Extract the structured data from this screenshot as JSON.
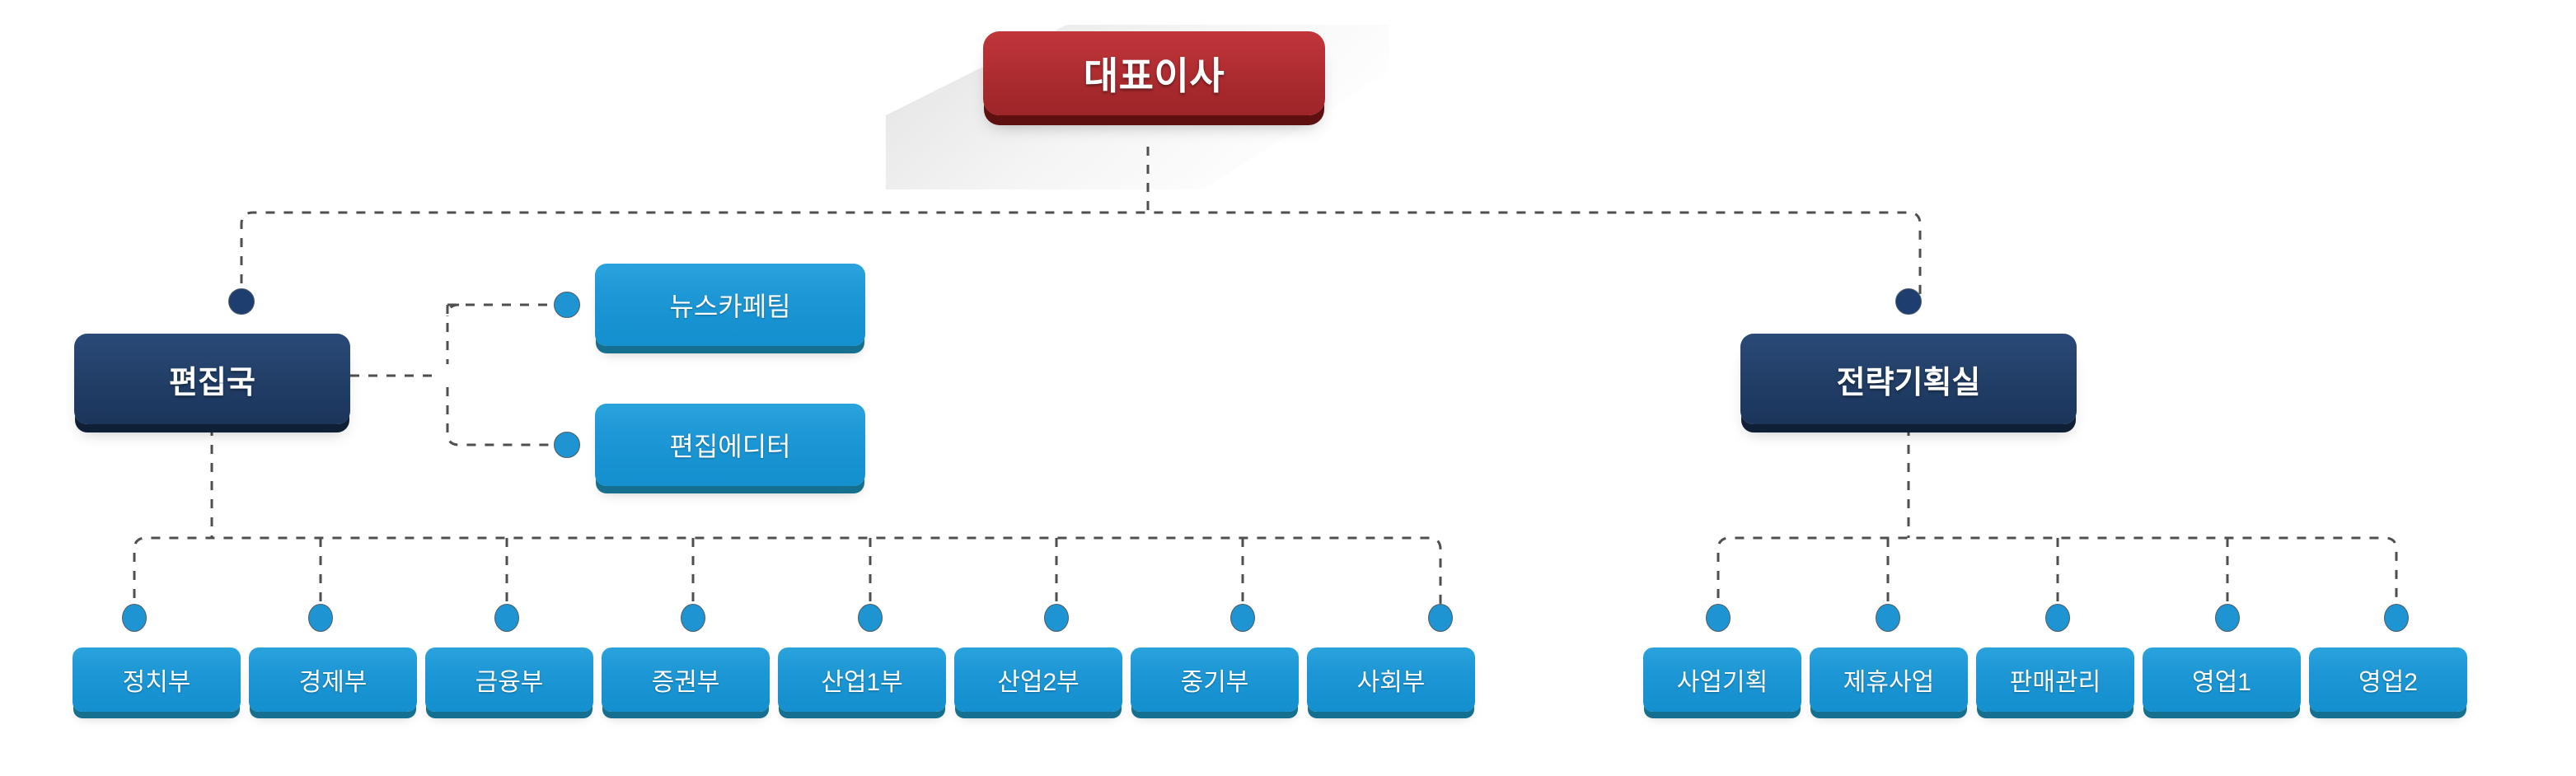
{
  "diagram": {
    "title_text": "대표이사",
    "type": "organization-chart",
    "colors": {
      "ceo_red": "#b32f33",
      "division_navy": "#234069",
      "department_blue": "#1d97d5",
      "connector_gray": "#4f4f4f",
      "background": "#ffffff"
    },
    "root": {
      "label": "대표이사"
    },
    "divisions": [
      {
        "label": "편집국",
        "side_teams": [
          {
            "label": "뉴스카페팀"
          },
          {
            "label": "편집에디터"
          }
        ],
        "departments": [
          {
            "label": "정치부"
          },
          {
            "label": "경제부"
          },
          {
            "label": "금융부"
          },
          {
            "label": "증권부"
          },
          {
            "label": "산업1부"
          },
          {
            "label": "산업2부"
          },
          {
            "label": "중기부"
          },
          {
            "label": "사회부"
          }
        ]
      },
      {
        "label": "전략기획실",
        "side_teams": [],
        "departments": [
          {
            "label": "사업기획"
          },
          {
            "label": "제휴사업"
          },
          {
            "label": "판매관리"
          },
          {
            "label": "영업1"
          },
          {
            "label": "영업2"
          }
        ]
      }
    ]
  }
}
